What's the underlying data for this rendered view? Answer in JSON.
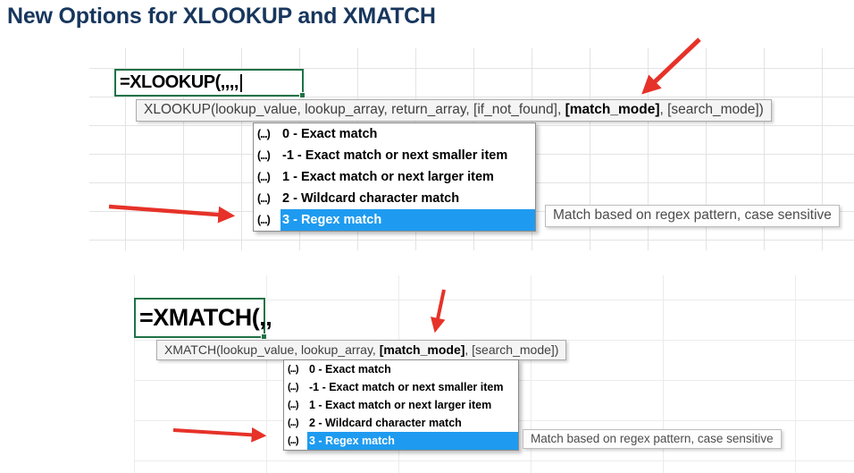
{
  "title": "New Options for XLOOKUP and XMATCH",
  "xlookup_section": {
    "formula": "=XLOOKUP(,,,,",
    "signature": {
      "prefix": "XLOOKUP(lookup_value, lookup_array, return_array, [if_not_found], ",
      "highlighted_arg": "[match_mode]",
      "suffix": ", [search_mode])"
    }
  },
  "xmatch_section": {
    "formula": "=XMATCH(,,",
    "signature": {
      "prefix": "XMATCH(lookup_value, lookup_array, ",
      "highlighted_arg": "[match_mode]",
      "suffix": ", [search_mode])"
    }
  },
  "match_mode_dropdown": {
    "enum_icon": "(...)",
    "items": [
      {
        "label": "0 - Exact match",
        "selected": false
      },
      {
        "label": "-1 - Exact match or next smaller item",
        "selected": false
      },
      {
        "label": "1 - Exact match or next larger item",
        "selected": false
      },
      {
        "label": "2 - Wildcard character match",
        "selected": false
      },
      {
        "label": "3 - Regex match",
        "selected": true
      }
    ]
  },
  "regex_tooltip": "Match based on regex pattern, case sensitive",
  "colors": {
    "title_text": "#17365d",
    "cell_border_green": "#1f7246",
    "selection_blue": "#1e9bf0",
    "arrow_red": "#e63229"
  }
}
